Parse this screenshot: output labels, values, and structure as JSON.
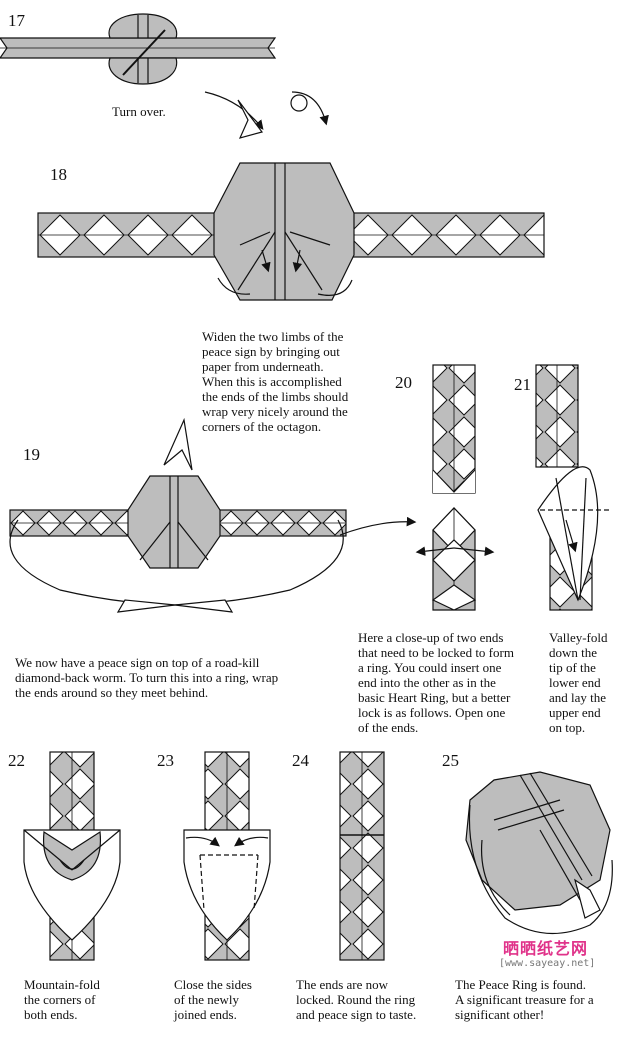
{
  "steps": {
    "s17": {
      "number": "17",
      "caption": "Turn over."
    },
    "s18": {
      "number": "18"
    },
    "s19": {
      "number": "19",
      "caption_top": "Widen the two limbs of the\npeace sign by bringing out\npaper from underneath.\nWhen this is accomplished\nthe ends of the limbs should\nwrap very nicely around the\ncorners of the octagon.",
      "caption_bottom": "We now have a peace sign on top of a road-kill\ndiamond-back worm.  To turn this into a ring, wrap\nthe ends around so they meet behind."
    },
    "s20": {
      "number": "20",
      "caption": "Here a close-up of two ends\nthat need to be locked to form\na ring. You could insert one\nend into the other as in the\nbasic Heart Ring, but a better\nlock is as follows.  Open one\nof the ends."
    },
    "s21": {
      "number": "21",
      "caption": "Valley-fold\ndown the\ntip of the\nlower end\nand lay the\nupper end\non top."
    },
    "s22": {
      "number": "22",
      "caption": "Mountain-fold\nthe corners of\nboth ends."
    },
    "s23": {
      "number": "23",
      "caption": "Close the sides\nof the newly\njoined ends."
    },
    "s24": {
      "number": "24",
      "caption": "The ends are now\nlocked.  Round the ring\nand peace sign to taste."
    },
    "s25": {
      "number": "25",
      "caption": "The Peace Ring is found.\nA significant treasure for a\nsignificant other!"
    }
  },
  "watermark": {
    "logo": "晒晒纸艺网",
    "url": "[www.sayeay.net]"
  },
  "colors": {
    "paper_gray": "#bdbdbd",
    "paper_white": "#ffffff",
    "line": "#111111",
    "watermark": "#e0338a"
  }
}
